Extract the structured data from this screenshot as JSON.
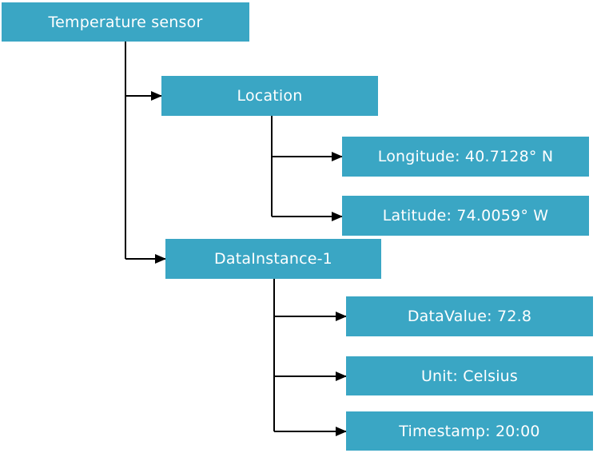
{
  "nodes": {
    "root": "Temperature sensor",
    "location": "Location",
    "longitude": "Longitude: 40.7128° N",
    "latitude": "Latitude:  74.0059° W",
    "data_instance": "DataInstance-1",
    "data_value": "DataValue: 72.8",
    "unit": "Unit: Celsius",
    "timestamp": "Timestamp: 20:00"
  },
  "colors": {
    "node_fill": "#3aa6c4",
    "node_text": "#ffffff",
    "connector": "#000000"
  }
}
